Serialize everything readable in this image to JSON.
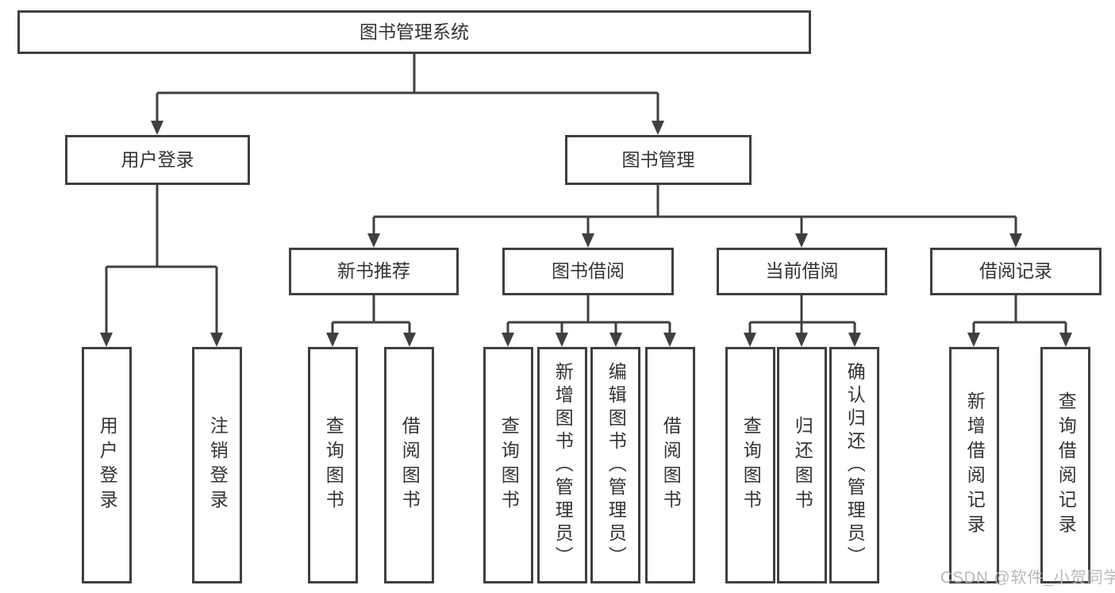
{
  "tree": {
    "root": {
      "label": "图书管理系统",
      "children": [
        {
          "label": "用户登录",
          "children": [
            {
              "label": "用户登录"
            },
            {
              "label": "注销登录"
            }
          ]
        },
        {
          "label": "图书管理",
          "children": [
            {
              "label": "新书推荐",
              "children": [
                {
                  "label": "查询图书"
                },
                {
                  "label": "借阅图书"
                }
              ]
            },
            {
              "label": "图书借阅",
              "children": [
                {
                  "label": "查询图书"
                },
                {
                  "label": "新增图书（管理员）"
                },
                {
                  "label": "编辑图书（管理员）"
                },
                {
                  "label": "借阅图书"
                }
              ]
            },
            {
              "label": "当前借阅",
              "children": [
                {
                  "label": "查询图书"
                },
                {
                  "label": "归还图书"
                },
                {
                  "label": "确认归还（管理员）"
                }
              ]
            },
            {
              "label": "借阅记录",
              "children": [
                {
                  "label": "新增借阅记录"
                },
                {
                  "label": "查询借阅记录"
                }
              ]
            }
          ]
        }
      ]
    }
  },
  "watermark": "CSDN @软件_小贺同学",
  "colors": {
    "line": "#3f3f3f",
    "text": "#333333",
    "box_background": "#ffffff",
    "watermark": "#b8b8b8"
  }
}
